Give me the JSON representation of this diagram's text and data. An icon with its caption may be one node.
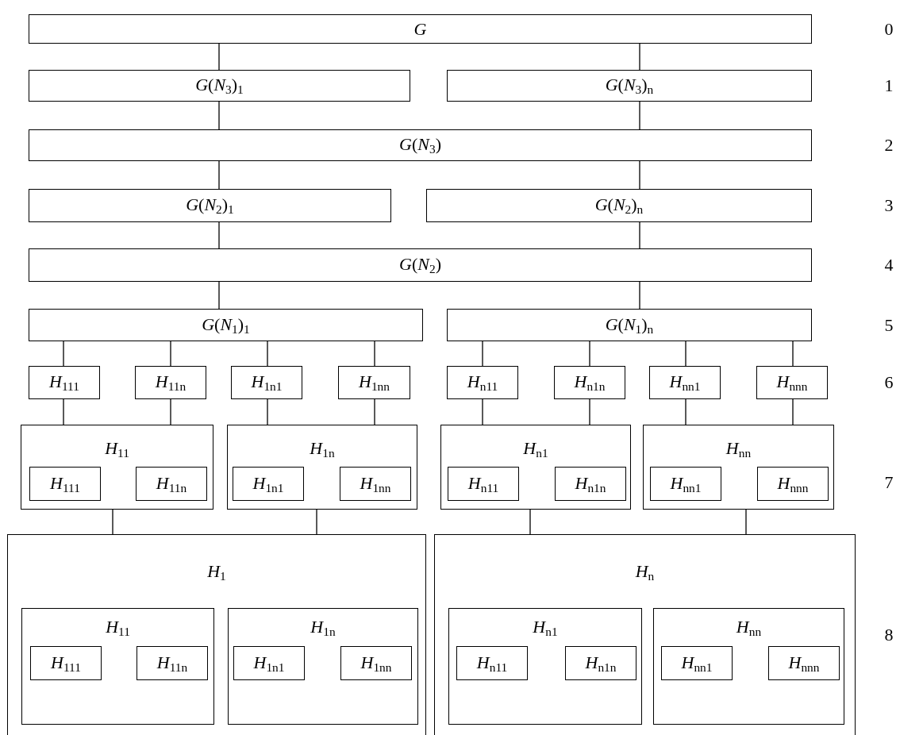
{
  "diagram": {
    "nodes": [
      {
        "text": [
          "*G*"
        ]
      },
      {
        "text": [
          "*G*(*N*$_{3}$)$_{1}$"
        ]
      },
      {
        "text": [
          "*G*(*N*$_{3}$)$_{n}$"
        ]
      },
      {
        "text": [
          "*G*(*N*$_{3}$)"
        ]
      },
      {
        "text": [
          "*G*(*N*$_{2}$)$_{1}$"
        ]
      },
      {
        "text": [
          "*G*(*N*$_{2}$)$_{n}$"
        ]
      },
      {
        "text": [
          "*G*(*N*$_{2}$)"
        ]
      },
      {
        "text": [
          "*G*(*N*$_{1}$)$_{1}$"
        ]
      },
      {
        "text": [
          "*G*(*N*$_{1}$)$_{n}$"
        ]
      },
      {
        "text": [
          "*H*$_{111}$"
        ]
      },
      {
        "text": [
          "*H*$_{11n}$"
        ]
      },
      {
        "text": [
          "*H*$_{1n1}$"
        ]
      },
      {
        "text": [
          "*H*$_{1nn}$"
        ]
      },
      {
        "text": [
          "*H*$_{n11}$"
        ]
      },
      {
        "text": [
          "*H*$_{n1n}$"
        ]
      },
      {
        "text": [
          "*H*$_{nn1}$"
        ]
      },
      {
        "text": [
          "*H*$_{nnn}$"
        ]
      },
      {
        "text": [
          "*H*$_{11}$"
        ]
      },
      {
        "text": [
          "*H*$_{111}$"
        ],
        "in": 17
      },
      {
        "text": [
          "*H*$_{11n}$"
        ],
        "in": 17
      },
      {
        "text": [
          "*H*$_{1n}$"
        ]
      },
      {
        "text": [
          "*H*$_{1n1}$"
        ],
        "in": 20
      },
      {
        "text": [
          "*H*$_{1nn}$"
        ],
        "in": 20
      },
      {
        "text": [
          "*H*$_{n1}$"
        ]
      },
      {
        "text": [
          "*H*$_{n11}$"
        ],
        "in": 23
      },
      {
        "text": [
          "*H*$_{n1n}$"
        ],
        "in": 23
      },
      {
        "text": [
          "*H*$_{nn}$"
        ]
      },
      {
        "text": [
          "*H*$_{nn1}$"
        ],
        "in": 26
      },
      {
        "text": [
          "*H*$_{nnn}$"
        ],
        "in": 26
      },
      {
        "text": [
          "*H*$_{1}$"
        ]
      },
      {
        "text": [
          "*H*$_{11}$"
        ],
        "in": 29
      },
      {
        "text": [
          "*H*$_{111}$"
        ],
        "in": 30
      },
      {
        "text": [
          "*H*$_{11n}$"
        ],
        "in": 30
      },
      {
        "text": [
          "*H*$_{1n}$"
        ],
        "in": 29
      },
      {
        "text": [
          "*H*$_{1n1}$"
        ],
        "in": 33
      },
      {
        "text": [
          "*H*$_{1nn}$"
        ],
        "in": 33
      },
      {
        "text": [
          "*H*$_{n}$"
        ]
      },
      {
        "text": [
          "*H*$_{n1}$"
        ],
        "in": 36
      },
      {
        "text": [
          "*H*$_{n11}$"
        ],
        "in": 37
      },
      {
        "text": [
          "*H*$_{n1n}$"
        ],
        "in": 37
      },
      {
        "text": [
          "*H*$_{nn}$"
        ],
        "in": 36
      },
      {
        "text": [
          "*H*$_{nn1}$"
        ],
        "in": 40
      },
      {
        "text": [
          "*H*$_{nnn}$"
        ],
        "in": 40
      }
    ],
    "edges": [
      {
        "from": 0,
        "to": 1,
        "arrow": "none"
      },
      {
        "from": 0,
        "to": 2,
        "arrow": "none"
      },
      {
        "from": 1,
        "to": 3,
        "arrow": "none"
      },
      {
        "from": 2,
        "to": 3,
        "arrow": "none"
      },
      {
        "from": 3,
        "to": 4,
        "arrow": "none"
      },
      {
        "from": 3,
        "to": 5,
        "arrow": "none"
      },
      {
        "from": 4,
        "to": 6,
        "arrow": "none"
      },
      {
        "from": 5,
        "to": 6,
        "arrow": "none"
      },
      {
        "from": 6,
        "to": 7,
        "arrow": "none"
      },
      {
        "from": 6,
        "to": 8,
        "arrow": "none"
      },
      {
        "from": 7,
        "to": 9,
        "arrow": "none"
      },
      {
        "from": 7,
        "to": 10,
        "arrow": "none"
      },
      {
        "from": 7,
        "to": 11,
        "arrow": "none"
      },
      {
        "from": 7,
        "to": 12,
        "arrow": "none"
      },
      {
        "from": 8,
        "to": 13,
        "arrow": "none"
      },
      {
        "from": 8,
        "to": 14,
        "arrow": "none"
      },
      {
        "from": 8,
        "to": 15,
        "arrow": "none"
      },
      {
        "from": 8,
        "to": 16,
        "arrow": "none"
      },
      {
        "from": 9,
        "to": 17,
        "arrow": "none"
      },
      {
        "from": 10,
        "to": 17,
        "arrow": "none"
      },
      {
        "from": 11,
        "to": 20,
        "arrow": "none"
      },
      {
        "from": 12,
        "to": 20,
        "arrow": "none"
      },
      {
        "from": 13,
        "to": 23,
        "arrow": "none"
      },
      {
        "from": 14,
        "to": 23,
        "arrow": "none"
      },
      {
        "from": 15,
        "to": 26,
        "arrow": "none"
      },
      {
        "from": 16,
        "to": 26,
        "arrow": "none"
      },
      {
        "from": 17,
        "to": 29,
        "arrow": "none"
      },
      {
        "from": 20,
        "to": 29,
        "arrow": "none"
      },
      {
        "from": 23,
        "to": 36,
        "arrow": "none"
      },
      {
        "from": 26,
        "to": 36,
        "arrow": "none"
      }
    ],
    "labels": [
      "0",
      "1",
      "2",
      "3",
      "4",
      "5",
      "6",
      "7",
      "8"
    ]
  }
}
